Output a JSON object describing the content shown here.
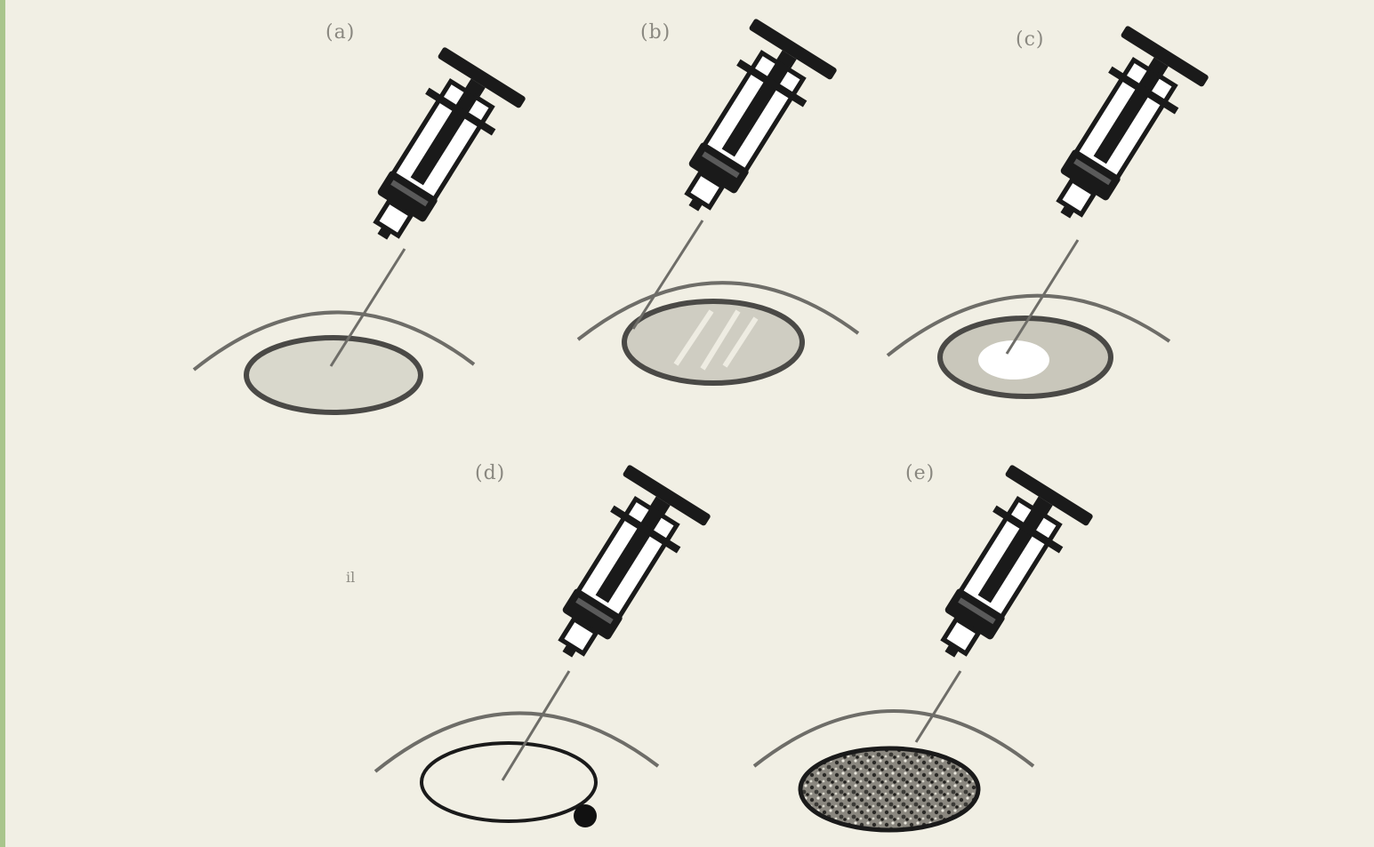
{
  "figure": {
    "background": "#f1efe4",
    "border_color": "#a9c58c",
    "ink": "#1a1a1a",
    "panels": [
      {
        "id": "a",
        "label": "(a)",
        "eye_fill": "#d9d8cc",
        "feature": "needle-tip"
      },
      {
        "id": "b",
        "label": "(b)",
        "eye_fill": "#cfcdc2",
        "feature": "streaks"
      },
      {
        "id": "c",
        "label": "(c)",
        "eye_fill": "#c9c7bb",
        "feature": "bubble"
      },
      {
        "id": "d",
        "label": "(d)",
        "eye_fill": "none",
        "feature": "external-dot"
      },
      {
        "id": "e",
        "label": "(e)",
        "eye_fill": "#6a6862",
        "feature": "speckled"
      }
    ],
    "stray_mark": "il"
  }
}
